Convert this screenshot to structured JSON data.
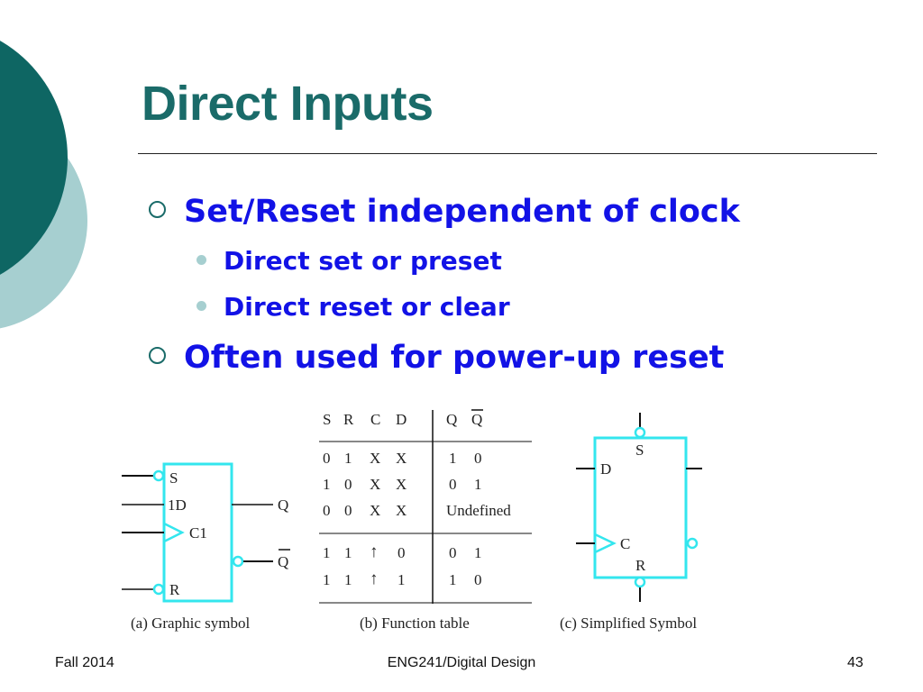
{
  "title": "Direct Inputs",
  "bullets": [
    {
      "text": "Set/Reset independent of clock",
      "sub": [
        "Direct set or preset",
        "Direct reset or clear"
      ]
    },
    {
      "text": "Often used for power-up reset",
      "sub": []
    }
  ],
  "figure": {
    "symbol": {
      "pins": {
        "s": "S",
        "d": "1D",
        "c": "C1",
        "r": "R",
        "q": "Q",
        "qbar": "Q"
      },
      "caption": "(a) Graphic symbol"
    },
    "table": {
      "headers_in": [
        "S",
        "R",
        "C",
        "D"
      ],
      "headers_out": [
        "Q",
        "Q"
      ],
      "rows": [
        {
          "s": "0",
          "r": "1",
          "c": "X",
          "d": "X",
          "out": [
            "1",
            "0"
          ]
        },
        {
          "s": "1",
          "r": "0",
          "c": "X",
          "d": "X",
          "out": [
            "0",
            "1"
          ]
        },
        {
          "s": "0",
          "r": "0",
          "c": "X",
          "d": "X",
          "out": [
            "Undefined"
          ]
        },
        {
          "s": "1",
          "r": "1",
          "c": "↑",
          "d": "0",
          "out": [
            "0",
            "1"
          ]
        },
        {
          "s": "1",
          "r": "1",
          "c": "↑",
          "d": "1",
          "out": [
            "1",
            "0"
          ]
        }
      ],
      "caption": "(b) Function table"
    },
    "simplified": {
      "pins": {
        "s": "S",
        "d": "D",
        "c": "C",
        "r": "R"
      },
      "caption": "(c) Simplified Symbol"
    }
  },
  "footer": {
    "left": "Fall 2014",
    "center": "ENG241/Digital Design",
    "page": "43"
  },
  "colors": {
    "title": "#1a6b69",
    "bullet_text": "#1212e6",
    "deco_dark": "#0e6663",
    "deco_light": "#a6cfd0",
    "symbol_box": "#33e6ee"
  }
}
